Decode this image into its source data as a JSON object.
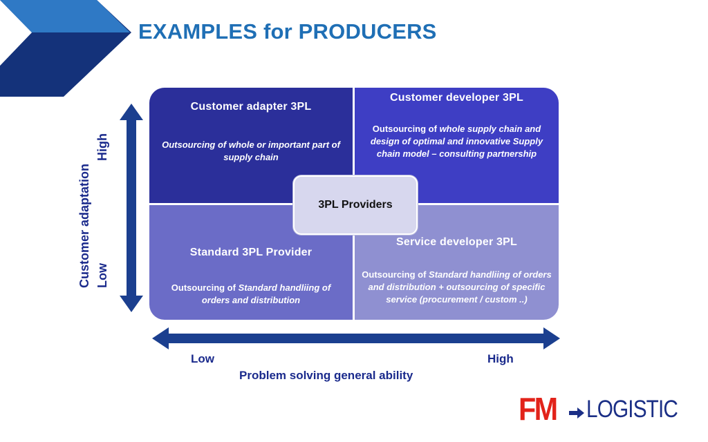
{
  "title": "EXAMPLES for PRODUCERS",
  "quadrants": {
    "top_left": {
      "heading": "Customer adapter 3PL",
      "body_italic": "Outsourcing of whole or important part of supply chain"
    },
    "top_right": {
      "heading": "Customer developer 3PL",
      "body_prefix": "Outsourcing of ",
      "body_italic": "whole  supply chain and  design of optimal and innovative Supply chain model – consulting partnership"
    },
    "bottom_left": {
      "heading": "Standard 3PL Provider",
      "body_prefix": "Outsourcing of ",
      "body_italic": "Standard handliing of orders and distribution"
    },
    "bottom_right": {
      "heading": "Service developer 3PL",
      "body_prefix": "Outsourcing of ",
      "body_italic": "Standard handliing of orders and distribution + outsourcing of specific  service (procurement / custom ..)"
    }
  },
  "center_label": "3PL Providers",
  "vertical_axis": {
    "label": "Customer adaptation",
    "high": "High",
    "low": "Low"
  },
  "horizontal_axis": {
    "label": "Problem solving general ability",
    "low": "Low",
    "high": "High"
  },
  "logo": {
    "part1": "FM",
    "part2": "LOGISTIC"
  },
  "colors": {
    "title": "#1f6fb5",
    "arrow": "#1b3f8f",
    "q_top_left": "#2b2f9a",
    "q_top_right": "#3e3ec4",
    "q_bottom_left": "#6b6cc7",
    "q_bottom_right": "#8f90d1",
    "logo_red": "#e2231a",
    "logo_blue": "#1b2f86"
  }
}
